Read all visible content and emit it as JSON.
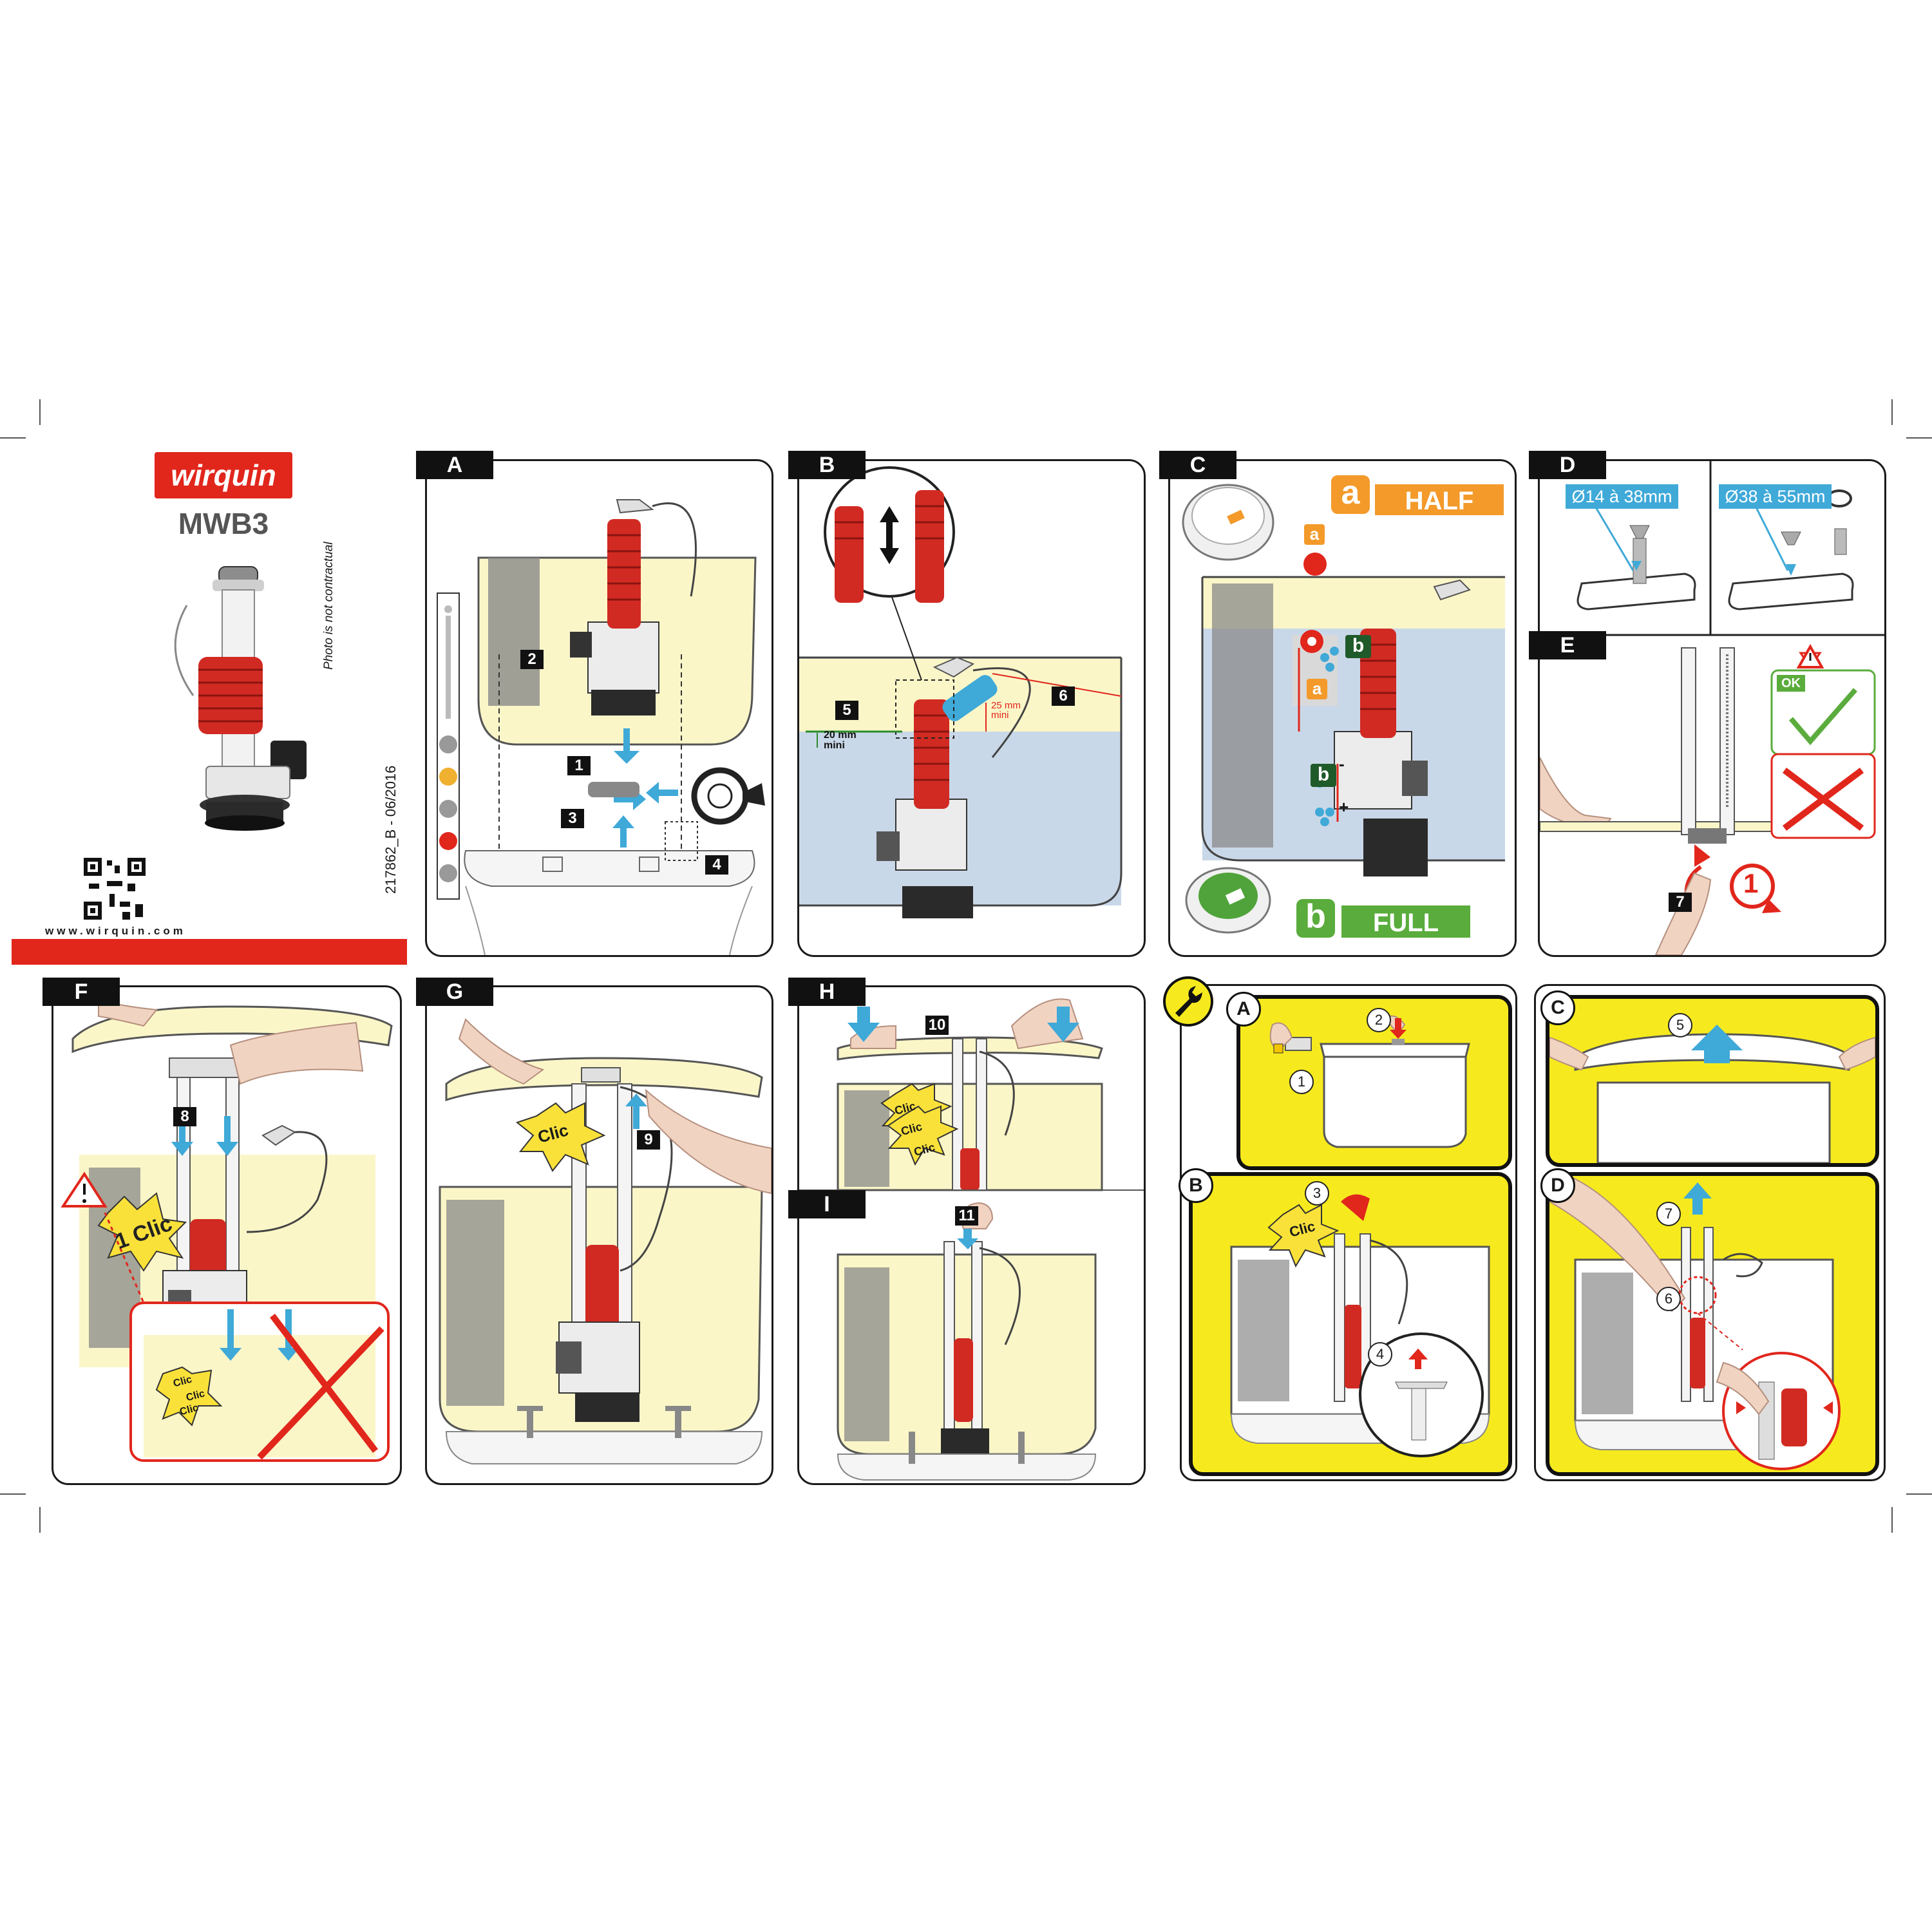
{
  "brand": {
    "logo_text": "wirquin",
    "model": "MWB3",
    "website": "www.wirquin.com",
    "doc_ref": "217862_B - 06/2016",
    "disclaimer": "Photo is not contractual",
    "colors": {
      "brand_red": "#e1261c",
      "cyan_arrow": "#3fa9d8",
      "tank_yellow": "#fbf6c8",
      "water_blue": "#c9d8e8",
      "maintenance_yellow": "#f6ea1e",
      "half_orange": "#f39a2a",
      "full_green": "#5aac3c"
    }
  },
  "install_steps": {
    "A": {
      "label": "A",
      "callouts": [
        "1",
        "2",
        "3",
        "4"
      ]
    },
    "B": {
      "label": "B",
      "callouts": [
        "5",
        "6"
      ],
      "measure_min_level": "20 mm mini",
      "measure_clearance": "25 mm mini"
    },
    "C": {
      "label": "C",
      "half_letter": "a",
      "half_label": "HALF",
      "full_letter": "b",
      "full_label": "FULL",
      "markers": [
        "a",
        "a",
        "b",
        "b"
      ],
      "minus": "-",
      "plus": "+"
    },
    "D": {
      "label": "D",
      "hole_small": "Ø14 à 38mm",
      "hole_large": "Ø38 à 55mm"
    },
    "E": {
      "label": "E",
      "callout": "7",
      "ok_label": "OK",
      "turn_label": "1"
    },
    "F": {
      "label": "F",
      "callout": "8",
      "clic_big": "1 Clic",
      "clic_small": [
        "Clic",
        "Clic",
        "Clic"
      ]
    },
    "G": {
      "label": "G",
      "callout": "9",
      "clic": "Clic"
    },
    "H": {
      "label": "H",
      "callout": "10",
      "clic": [
        "Clic",
        "Clic",
        "Clic"
      ]
    },
    "I": {
      "label": "I",
      "callout": "11"
    }
  },
  "maintenance": {
    "icon": "wrench-icon",
    "A": {
      "label": "A",
      "steps": [
        "1",
        "2"
      ]
    },
    "B": {
      "label": "B",
      "steps": [
        "3",
        "4"
      ],
      "clic": "Clic"
    },
    "C": {
      "label": "C",
      "steps": [
        "5"
      ]
    },
    "D": {
      "label": "D",
      "steps": [
        "6",
        "7"
      ]
    }
  }
}
